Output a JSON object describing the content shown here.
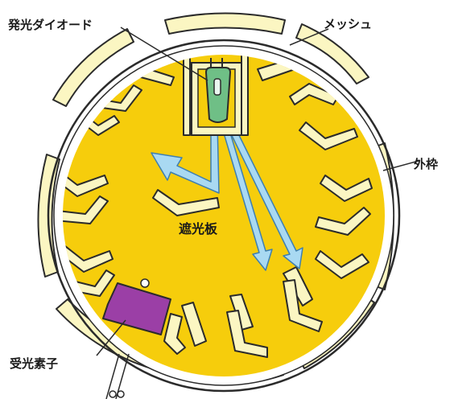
{
  "labels": {
    "led": "発光ダイオード",
    "mesh": "メッシュ",
    "outer_frame": "外枠",
    "light_shield": "遮光板",
    "receiver": "受光素子"
  },
  "colors": {
    "chamber_fill": "#f6cd0c",
    "shield_fill": "#fbf6c2",
    "outline": "#2b2b2b",
    "led_body": "#6fbf86",
    "receiver_body": "#9b3fa6",
    "beam": "#a9d9f2",
    "beam_outline": "#3e7fb0"
  },
  "icons": {
    "led": "light-emitting-diode",
    "receiver": "photodetector"
  }
}
